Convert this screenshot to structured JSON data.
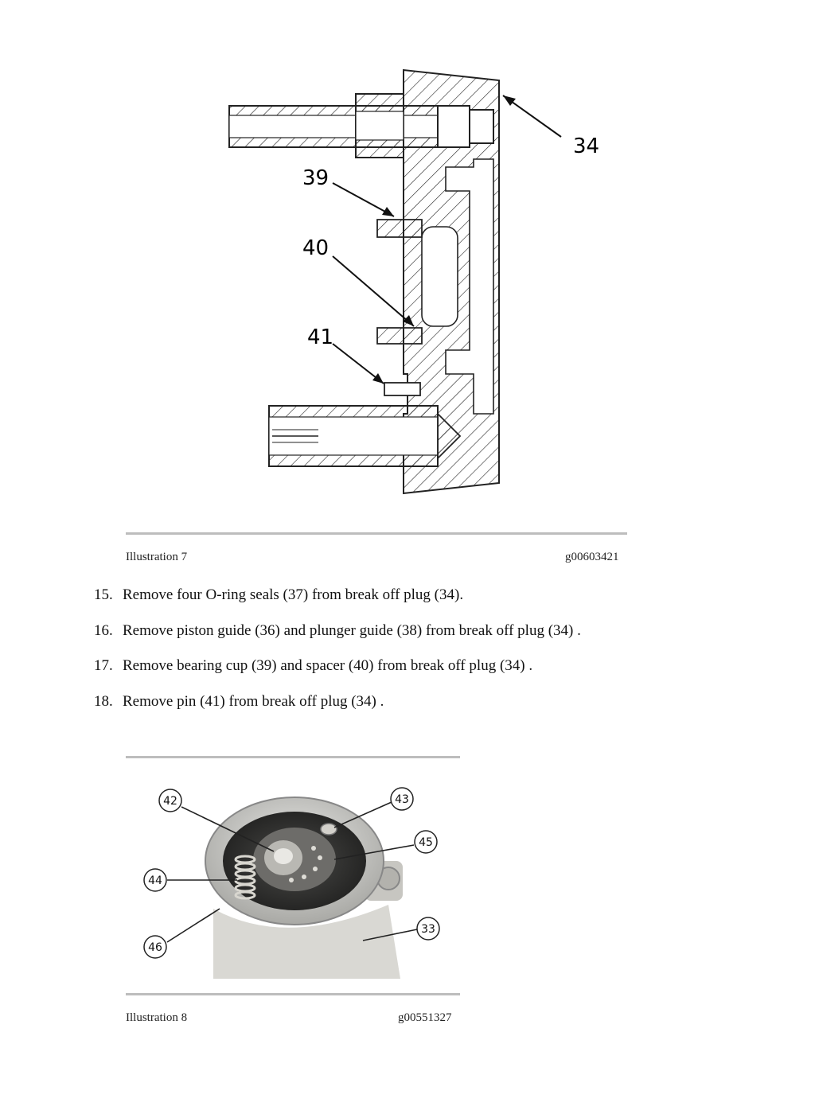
{
  "illustration7": {
    "caption": "Illustration 7",
    "code": "g00603421",
    "callouts": [
      "34",
      "39",
      "40",
      "41"
    ]
  },
  "steps": [
    {
      "number": "15.",
      "text": "Remove four O-ring seals (37) from break off plug (34)."
    },
    {
      "number": "16.",
      "text": "Remove piston guide (36) and plunger guide (38) from break off plug (34) ."
    },
    {
      "number": "17.",
      "text": "Remove bearing cup (39) and spacer (40) from break off plug (34) ."
    },
    {
      "number": "18.",
      "text": "Remove pin (41) from break off plug (34) ."
    }
  ],
  "illustration8": {
    "caption": "Illustration 8",
    "code": "g00551327",
    "callouts": [
      "42",
      "43",
      "45",
      "44",
      "33",
      "46"
    ]
  }
}
